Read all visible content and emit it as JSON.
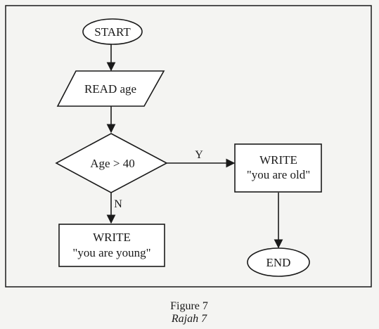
{
  "nodes": {
    "start": {
      "label": "START"
    },
    "read": {
      "label": "READ age"
    },
    "decision": {
      "label": "Age > 40"
    },
    "write_old": {
      "line1": "WRITE",
      "line2": "\"you are old\""
    },
    "write_young": {
      "line1": "WRITE",
      "line2": "\"you are young\""
    },
    "end": {
      "label": "END"
    }
  },
  "edges": {
    "yes_label": "Y",
    "no_label": "N"
  },
  "caption": {
    "line1": "Figure 7",
    "line2": "Rajah 7"
  }
}
